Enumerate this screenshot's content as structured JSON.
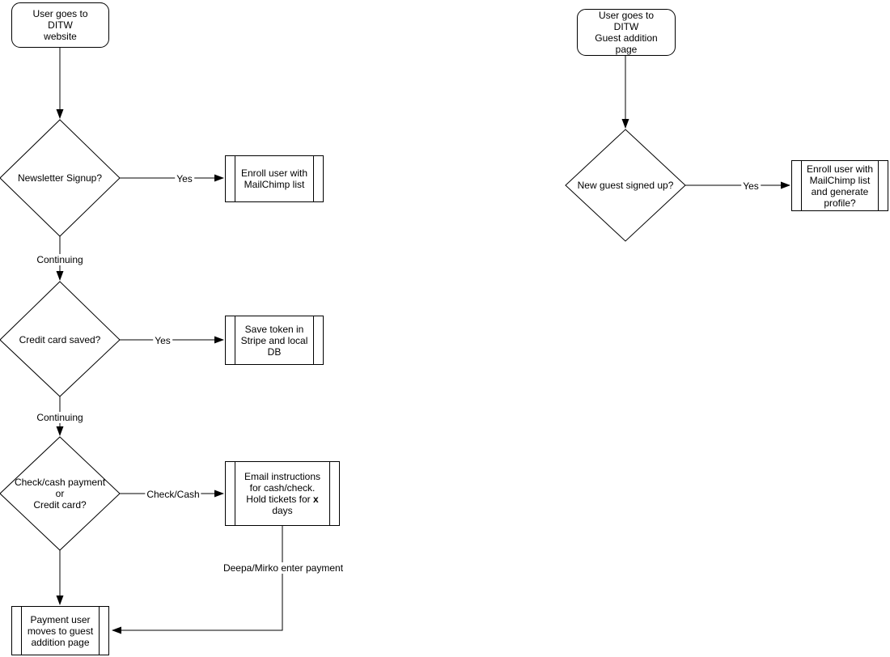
{
  "diagram": {
    "background_color": "#ffffff",
    "stroke_color": "#000000",
    "text_color": "#000000",
    "left_flow": {
      "start_label": "User goes to DITW\nwebsite",
      "decision1_label": "Newsletter Signup?",
      "edge_yes1_label": "Yes",
      "process1_label": "Enroll user with\nMailChimp list",
      "edge_continuing1_label": "Continuing",
      "decision2_label": "Credit card saved?",
      "edge_yes2_label": "Yes",
      "process2_label": "Save token in\nStripe and local\nDB",
      "edge_continuing2_label": "Continuing",
      "decision3_label": "Check/cash payment\nor\nCredit card?",
      "edge_checkcash_label": "Check/Cash",
      "process3_label": {
        "before": "Email instructions for cash/check. Hold tickets for ",
        "bold": "x",
        "after": " days"
      },
      "edge_payment_label": "Deepa/Mirko enter payment",
      "process4_label": "Payment user\nmoves to guest\naddition page"
    },
    "right_flow": {
      "start_label": "User goes to DITW\nGuest addition page",
      "decision1_label": "New guest signed up?",
      "edge_yes_label": "Yes",
      "process1_label": "Enroll user with\nMailChimp list\nand generate\nprofile?"
    }
  }
}
